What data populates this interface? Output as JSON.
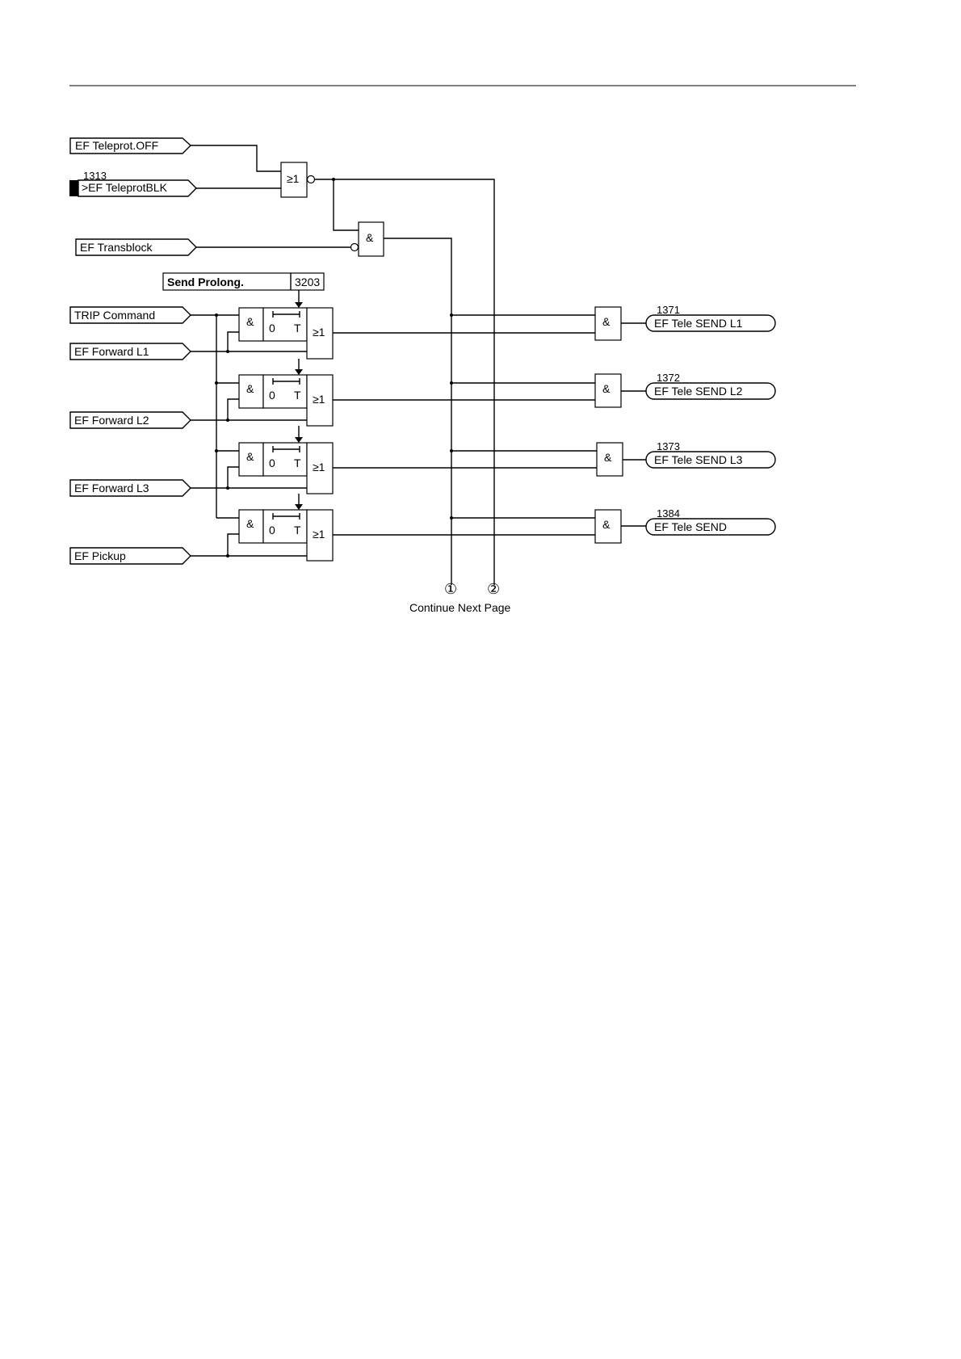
{
  "inputs": {
    "teleprot_off": "EF Teleprot.OFF",
    "teleprot_blk_number": "1313",
    "teleprot_blk": ">EF TeleprotBLK",
    "transblock": "EF Transblock",
    "trip_command": "TRIP Command",
    "forward_l1": "EF Forward L1",
    "forward_l2": "EF Forward L2",
    "forward_l3": "EF Forward L3",
    "pickup": "EF Pickup"
  },
  "setting": {
    "label": "Send Prolong.",
    "address": "3203"
  },
  "gate_symbols": {
    "or": "≥1",
    "and": "&",
    "timer_zero": "0",
    "timer_t": "T"
  },
  "outputs": [
    {
      "number": "1371",
      "label": "EF Tele SEND L1"
    },
    {
      "number": "1372",
      "label": "EF Tele SEND L2"
    },
    {
      "number": "1373",
      "label": "EF Tele SEND L3"
    },
    {
      "number": "1384",
      "label": "EF Tele SEND"
    }
  ],
  "connectors": {
    "c1": "①",
    "c2": "②",
    "continue_label": "Continue Next Page"
  }
}
